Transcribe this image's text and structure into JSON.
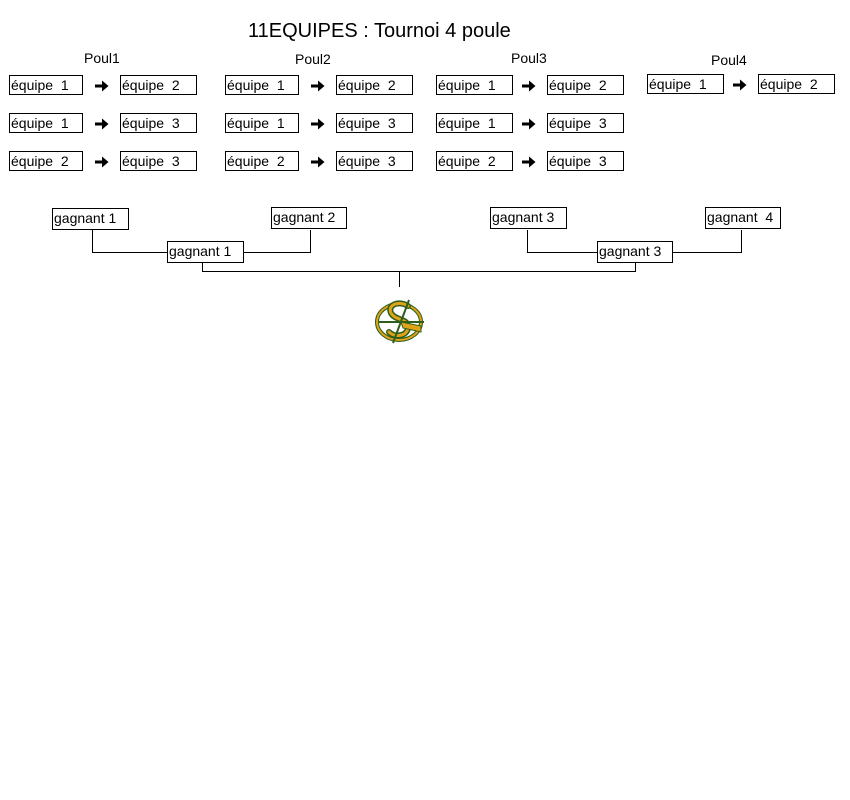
{
  "title": "11EQUIPES : Tournoi 4 poule",
  "pools": [
    {
      "label": "Poul1",
      "matches": [
        [
          "équipe  1",
          "équipe  2"
        ],
        [
          "équipe  1",
          "équipe  3"
        ],
        [
          "équipe  2",
          "équipe  3"
        ]
      ]
    },
    {
      "label": "Poul2",
      "matches": [
        [
          "équipe  1",
          "équipe  2"
        ],
        [
          "équipe  1",
          "équipe  3"
        ],
        [
          "équipe  2",
          "équipe  3"
        ]
      ]
    },
    {
      "label": "Poul3",
      "matches": [
        [
          "équipe  1",
          "équipe  2"
        ],
        [
          "équipe  1",
          "équipe  3"
        ],
        [
          "équipe  2",
          "équipe  3"
        ]
      ]
    },
    {
      "label": "Poul4",
      "matches": [
        [
          "équipe  1",
          "équipe  2"
        ]
      ]
    }
  ],
  "bracket": {
    "winner_1": "gagnant 1",
    "winner_2": "gagnant 2",
    "winner_3": "gagnant 3",
    "winner_4": "gagnant  4",
    "semi_left": "gagnant 1",
    "semi_right": "gagnant 3"
  },
  "colors": {
    "logo_gold": "#e0a317",
    "logo_green": "#2e5e1c"
  },
  "icons": {
    "arrow": "right-arrow-icon",
    "logo": "club-logo"
  }
}
